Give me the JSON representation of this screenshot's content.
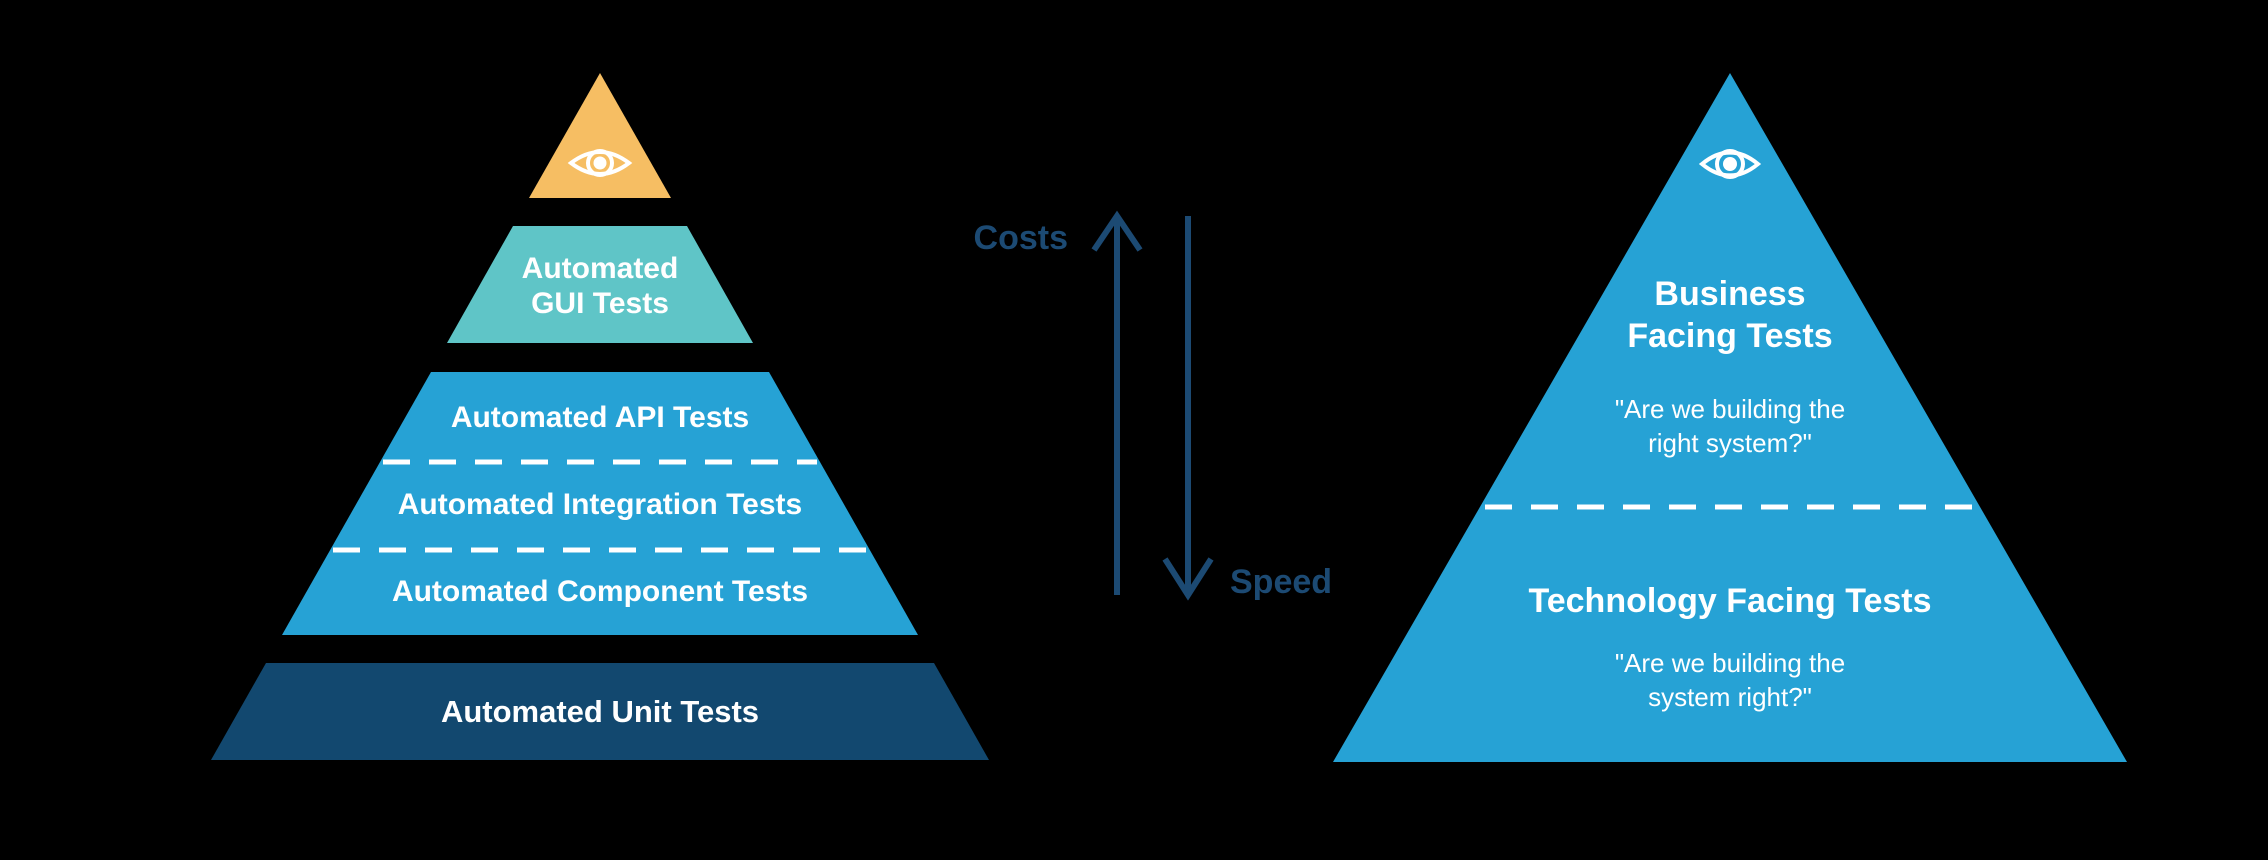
{
  "colors": {
    "background": "#000000",
    "orange": "#F6BE63",
    "teal": "#5FC5C7",
    "blue": "#26A2D5",
    "navy": "#12486F",
    "axis": "#1C4A73",
    "text": "#FFFFFF"
  },
  "left_pyramid": {
    "apex_icon": "eye-icon",
    "gui_layer": {
      "line1": "Automated",
      "line2": "GUI Tests"
    },
    "mid_layer": {
      "api": "Automated API Tests",
      "integration": "Automated Integration Tests",
      "component": "Automated Component Tests"
    },
    "unit_layer": {
      "label": "Automated Unit Tests"
    }
  },
  "axes": {
    "costs_label": "Costs",
    "speed_label": "Speed"
  },
  "right_pyramid": {
    "apex_icon": "eye-icon",
    "business": {
      "title_line1": "Business",
      "title_line2": "Facing Tests",
      "quote_line1": "\"Are we building the",
      "quote_line2": "right system?\""
    },
    "technology": {
      "title": "Technology Facing Tests",
      "quote_line1": "\"Are we building the",
      "quote_line2": "system right?\""
    }
  }
}
